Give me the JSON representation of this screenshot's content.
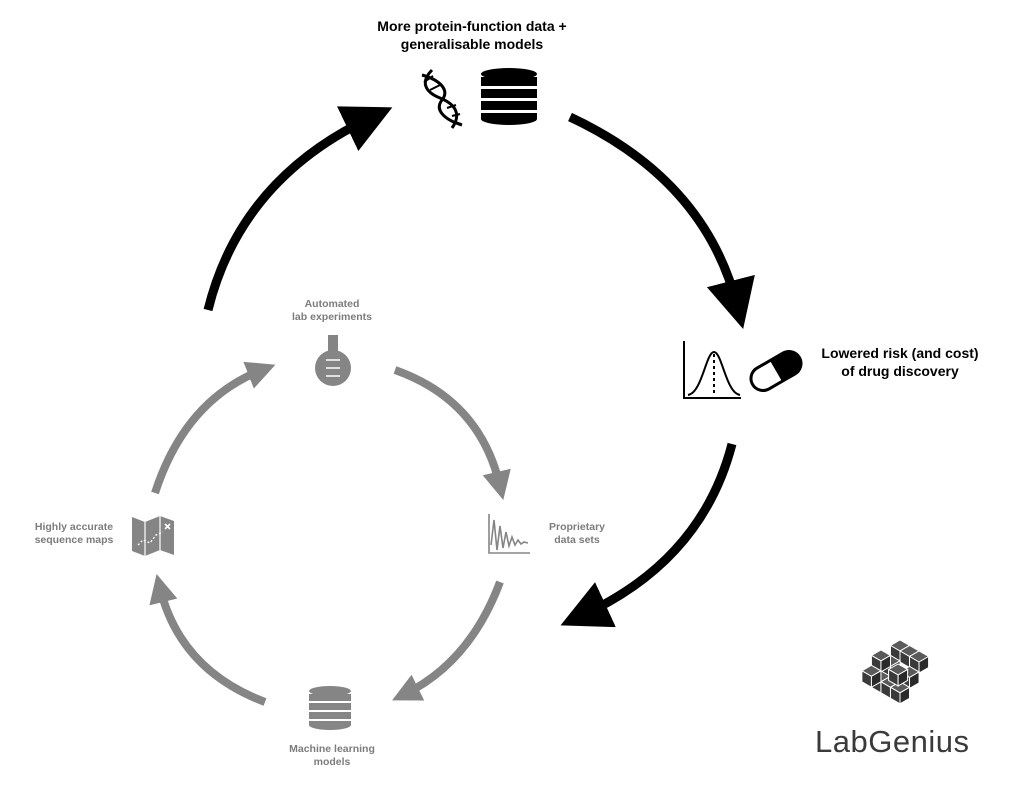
{
  "outer_cycle": {
    "top_label": "More protein-function data +\ngeneralisable models",
    "right_label": "Lowered risk (and cost)\nof drug discovery"
  },
  "inner_cycle": {
    "top_label": "Automated\nlab experiments",
    "right_label": "Proprietary\ndata sets",
    "bottom_label": "Machine learning\nmodels",
    "left_label": "Highly accurate\nsequence maps"
  },
  "icons": {
    "outer_top": [
      "dna-icon",
      "database-icon"
    ],
    "outer_right": [
      "distribution-curve-icon",
      "pill-icon"
    ],
    "inner_top": "flask-icon",
    "inner_right": "signal-decay-icon",
    "inner_bottom": "database-icon",
    "inner_left": "map-icon"
  },
  "brand": {
    "name": "LabGenius"
  },
  "colors": {
    "outer": "#000000",
    "inner": "#858585",
    "logo": "#3a3a3a"
  }
}
